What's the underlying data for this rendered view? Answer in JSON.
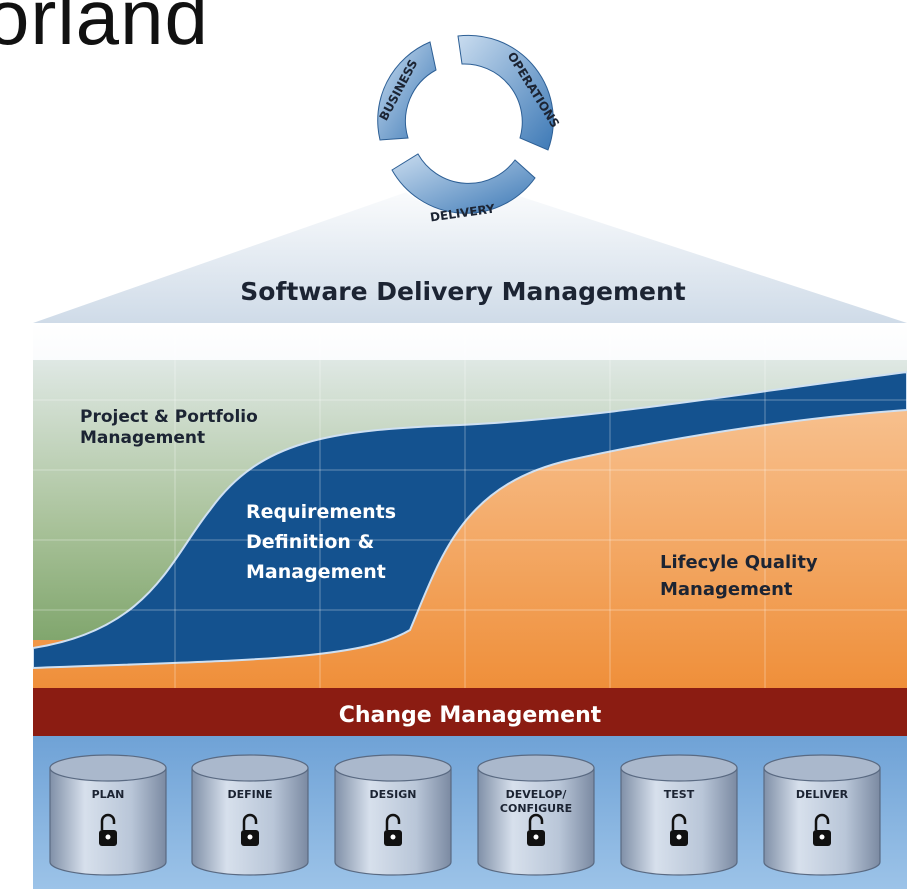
{
  "heading": "orland",
  "cycle": {
    "labels": [
      "BUSINESS",
      "OPERATIONS",
      "DELIVERY"
    ]
  },
  "title": "Software Delivery Management",
  "regions": {
    "portfolio": [
      "Project & Portfolio",
      "Management"
    ],
    "requirements": [
      "Requirements",
      "Definition &",
      "Management"
    ],
    "quality": [
      "Lifecyle Quality",
      "Management"
    ]
  },
  "change_bar": "Change Management",
  "stages": [
    {
      "label": [
        "PLAN"
      ]
    },
    {
      "label": [
        "DEFINE"
      ]
    },
    {
      "label": [
        "DESIGN"
      ]
    },
    {
      "label": [
        "DEVELOP/",
        "CONFIGURE"
      ]
    },
    {
      "label": [
        "TEST"
      ]
    },
    {
      "label": [
        "DELIVER"
      ]
    }
  ],
  "colors": {
    "portfolio_green": "#7fa36a",
    "requirements_blue": "#14528f",
    "quality_orange": "#f09a4d",
    "change_red": "#8b1c12",
    "cycle_blue": "#5b8fc4"
  },
  "icons": {
    "stage_icon": "padlock-icon"
  }
}
